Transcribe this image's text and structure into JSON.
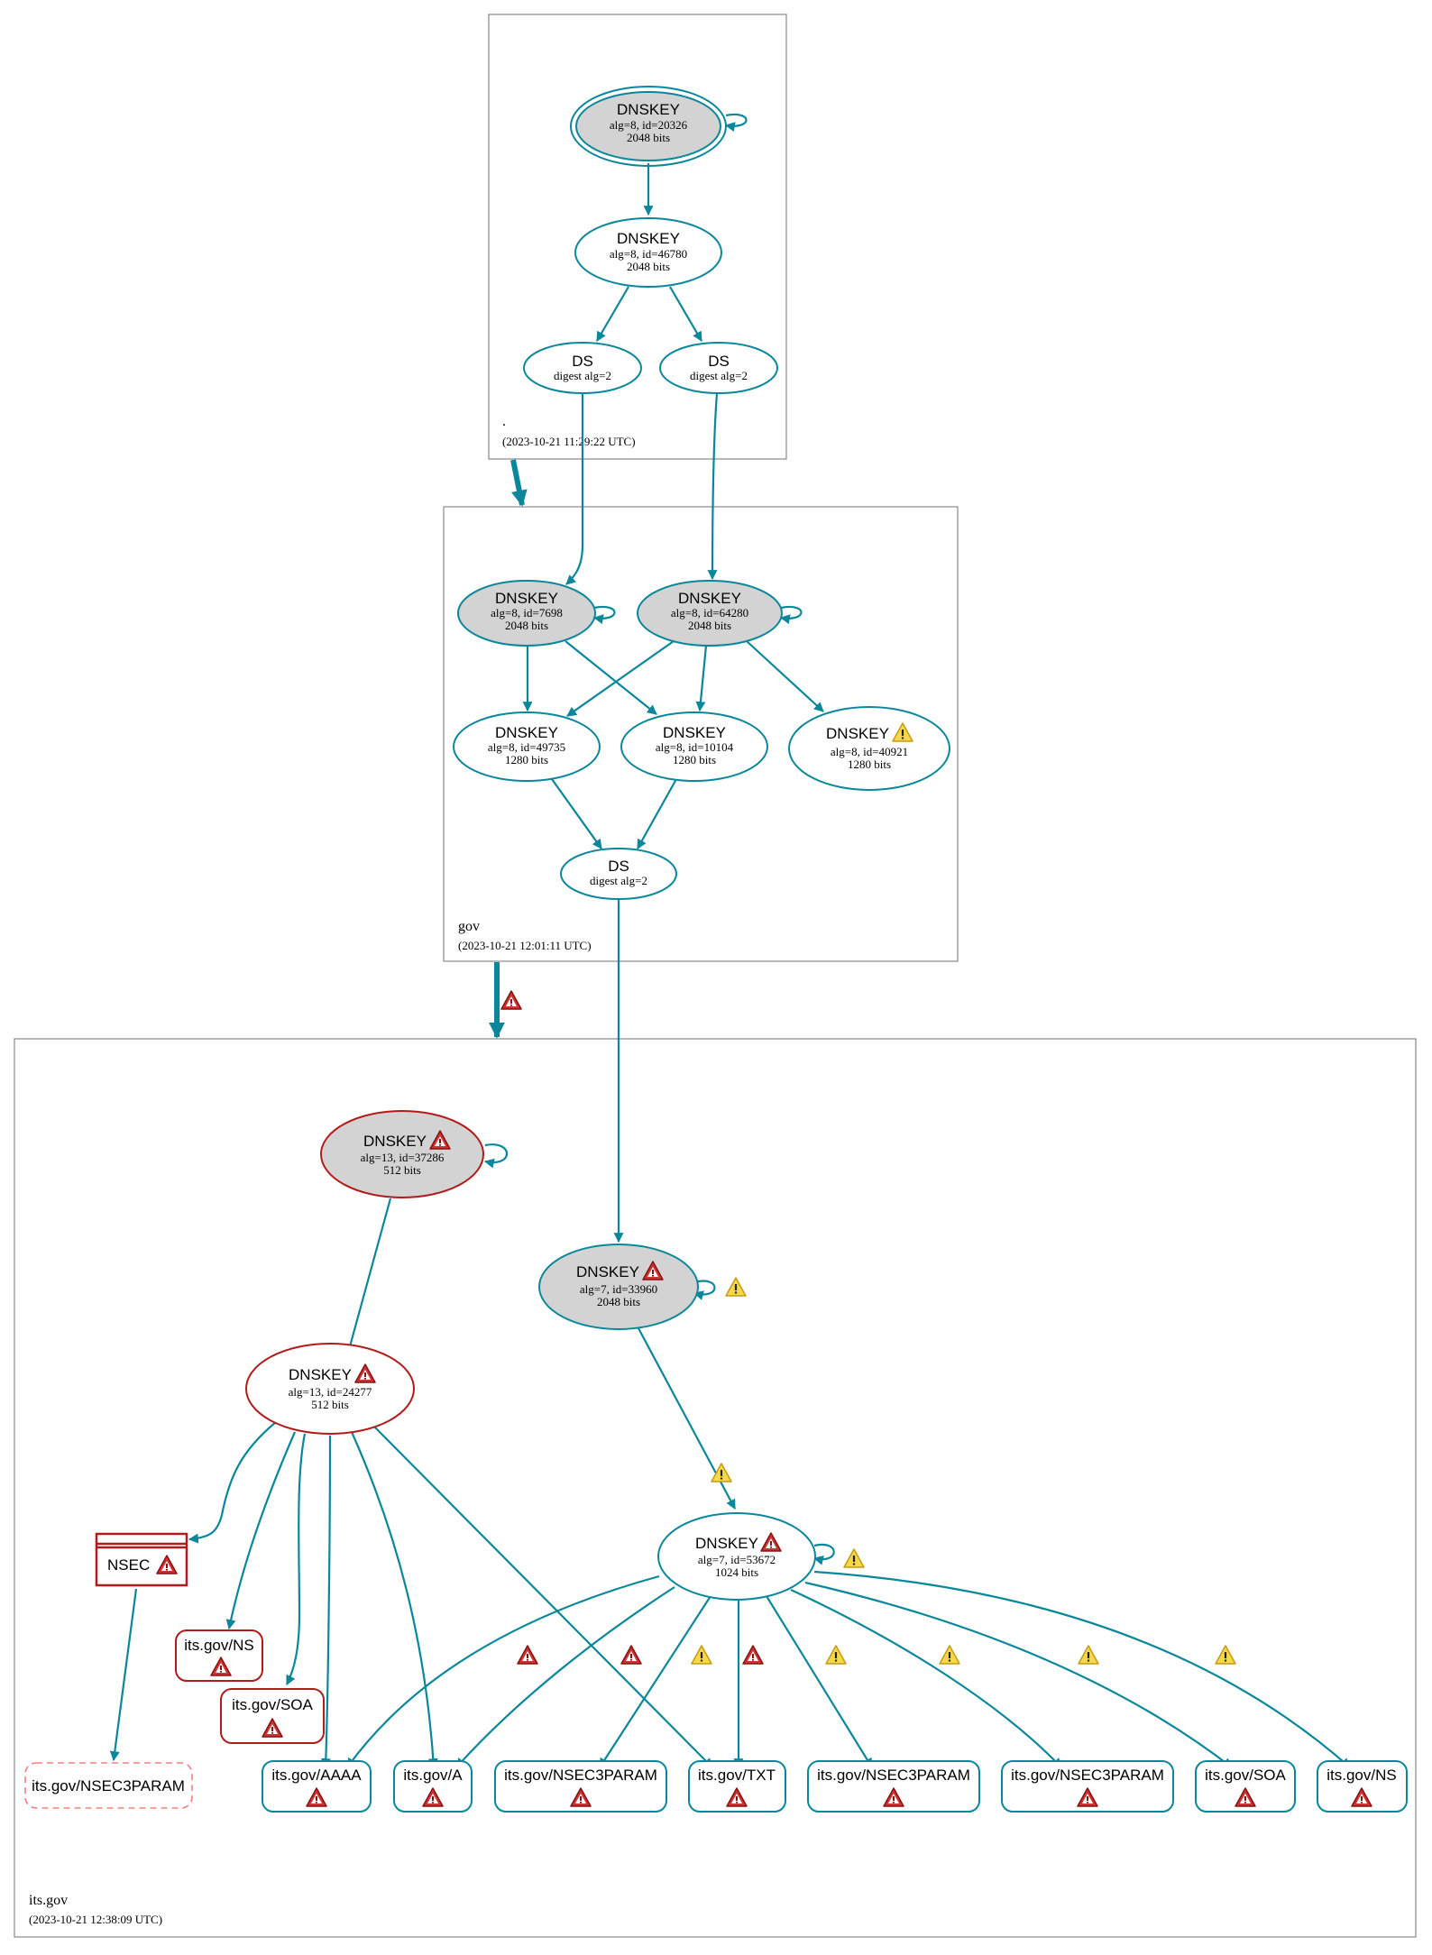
{
  "zones": {
    "root": {
      "name": ".",
      "timestamp": "(2023-10-21 11:29:22 UTC)"
    },
    "gov": {
      "name": "gov",
      "timestamp": "(2023-10-21 12:01:11 UTC)"
    },
    "itsgov": {
      "name": "its.gov",
      "timestamp": "(2023-10-21 12:38:09 UTC)"
    }
  },
  "nodes": {
    "root_ksk": {
      "title": "DNSKEY",
      "l1": "alg=8, id=20326",
      "l2": "2048 bits"
    },
    "root_zsk": {
      "title": "DNSKEY",
      "l1": "alg=8, id=46780",
      "l2": "2048 bits"
    },
    "root_ds1": {
      "title": "DS",
      "l1": "digest alg=2"
    },
    "root_ds2": {
      "title": "DS",
      "l1": "digest alg=2"
    },
    "gov_ksk1": {
      "title": "DNSKEY",
      "l1": "alg=8, id=7698",
      "l2": "2048 bits"
    },
    "gov_ksk2": {
      "title": "DNSKEY",
      "l1": "alg=8, id=64280",
      "l2": "2048 bits"
    },
    "gov_zsk1": {
      "title": "DNSKEY",
      "l1": "alg=8, id=49735",
      "l2": "1280 bits"
    },
    "gov_zsk2": {
      "title": "DNSKEY",
      "l1": "alg=8, id=10104",
      "l2": "1280 bits"
    },
    "gov_zsk3": {
      "title": "DNSKEY",
      "l1": "alg=8, id=40921",
      "l2": "1280 bits"
    },
    "gov_ds": {
      "title": "DS",
      "l1": "digest alg=2"
    },
    "its_key37286": {
      "title": "DNSKEY",
      "l1": "alg=13, id=37286",
      "l2": "512 bits"
    },
    "its_key33960": {
      "title": "DNSKEY",
      "l1": "alg=7, id=33960",
      "l2": "2048 bits"
    },
    "its_key24277": {
      "title": "DNSKEY",
      "l1": "alg=13, id=24277",
      "l2": "512 bits"
    },
    "its_key53672": {
      "title": "DNSKEY",
      "l1": "alg=7, id=53672",
      "l2": "1024 bits"
    },
    "nsec": {
      "title": "NSEC"
    }
  },
  "records": {
    "ns_red": "its.gov/NS",
    "soa_red": "its.gov/SOA",
    "nsec3param_dashed": "its.gov/NSEC3PARAM",
    "aaaa": "its.gov/AAAA",
    "a": "its.gov/A",
    "nsec3param1": "its.gov/NSEC3PARAM",
    "txt": "its.gov/TXT",
    "nsec3param2": "its.gov/NSEC3PARAM",
    "nsec3param3": "its.gov/NSEC3PARAM",
    "soa": "its.gov/SOA",
    "ns": "its.gov/NS"
  },
  "colors": {
    "edge": "#0a879a",
    "error": "#b01c1c",
    "warning": "#f2c12e",
    "ksk_fill": "#d3d3d3",
    "dashed_border": "#f08080",
    "zone_border": "#888888"
  }
}
